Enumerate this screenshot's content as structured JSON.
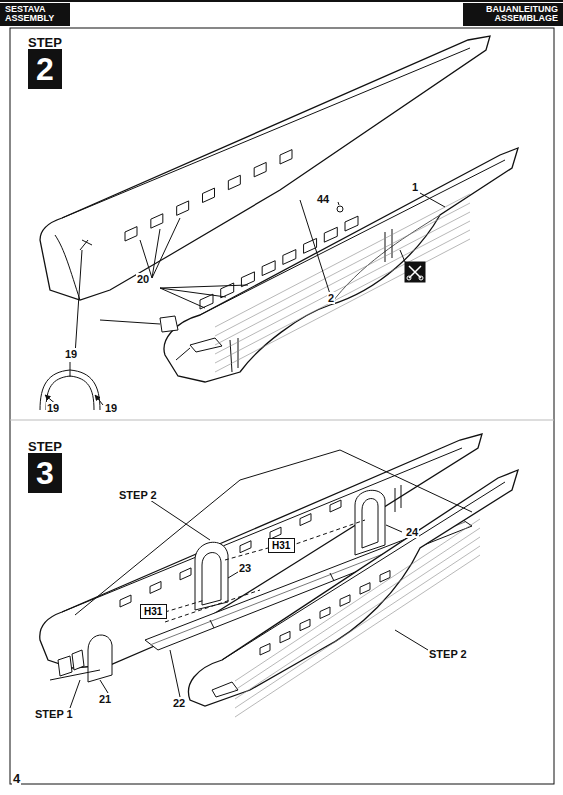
{
  "diagram": {
    "nodes": [
      {
        "text": [
          "SESTAVA ASSEMBLY"
        ]
      },
      {
        "text": [
          "BAUANLEITUNG ASSEMBLAGE"
        ]
      },
      {
        "text": [
          "STEP",
          "2"
        ]
      },
      {
        "text": [
          "STEP",
          "3"
        ]
      },
      {
        "text": [
          "H31"
        ]
      },
      {
        "text": [
          "H31"
        ]
      }
    ],
    "labels": [
      "2",
      "1",
      "44",
      "20",
      "19",
      "19",
      "19",
      "STEP 2",
      "24",
      "23",
      "STEP 2",
      "STEP 1",
      "21",
      "22",
      "4"
    ]
  }
}
